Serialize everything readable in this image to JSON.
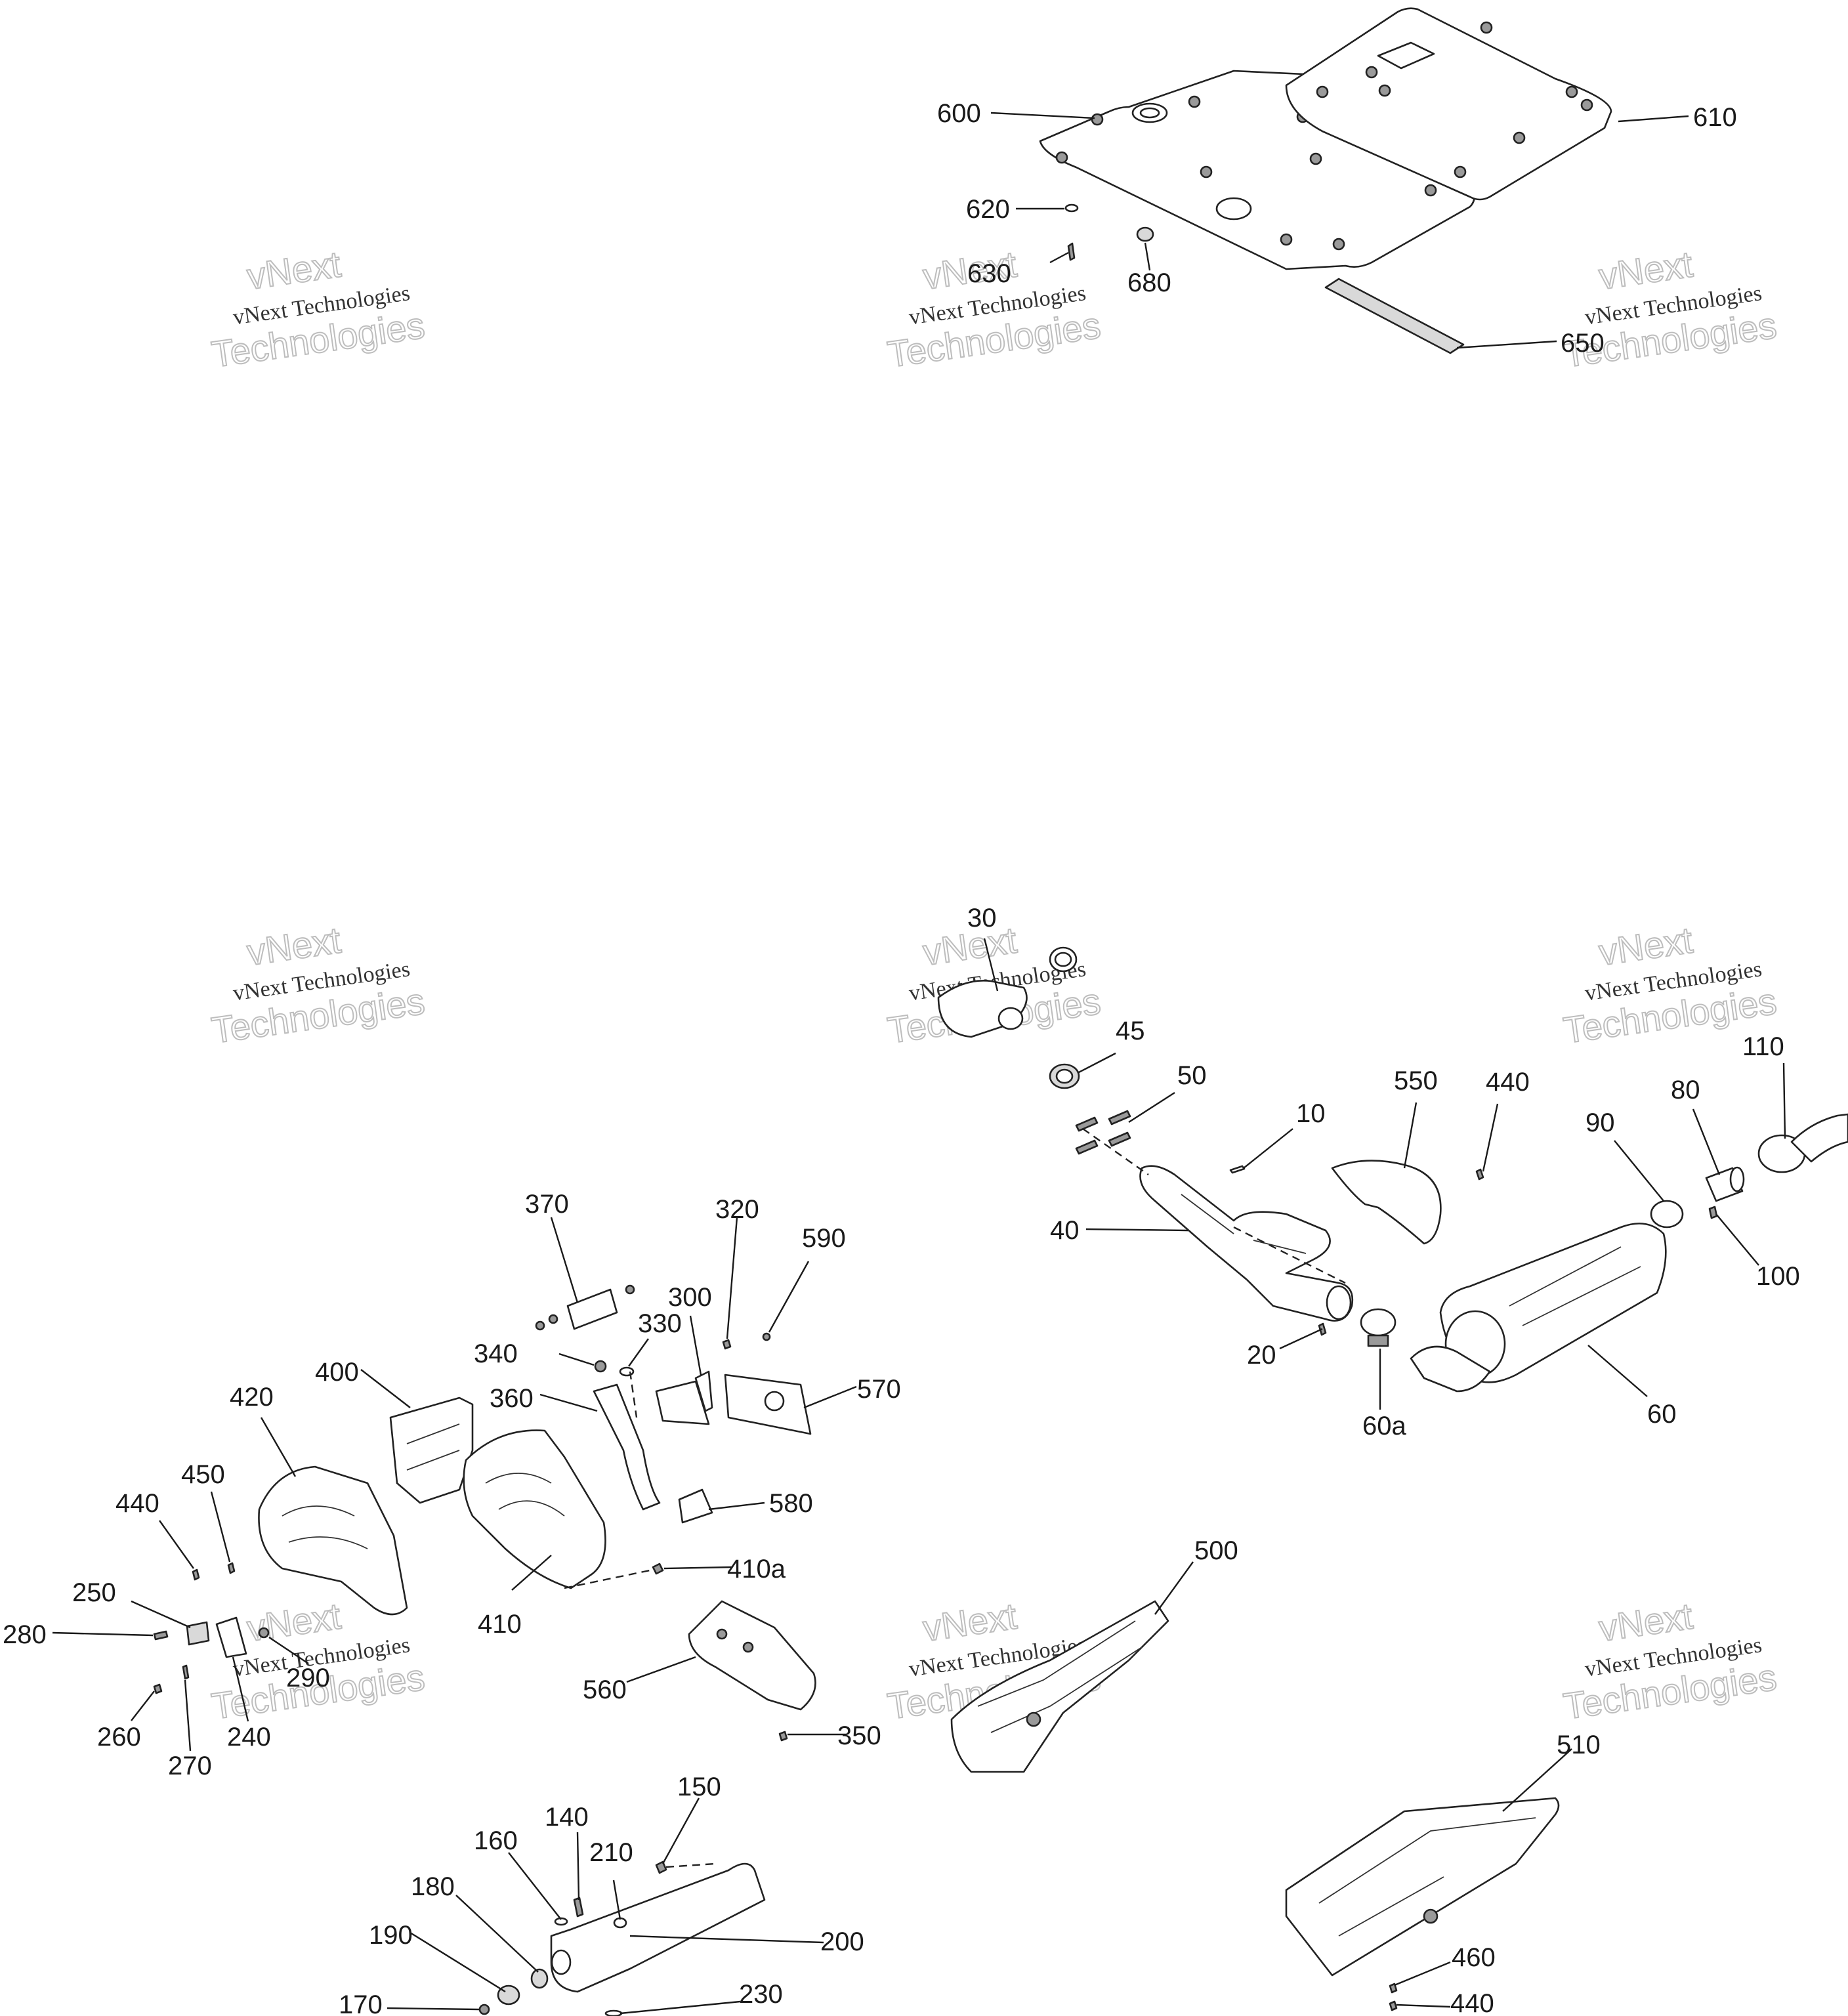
{
  "watermark": {
    "line1": "vNext",
    "line2": "vNext Technologies",
    "line3": "Technologies"
  },
  "labels": {
    "l600": "600",
    "l610": "610",
    "l620": "620",
    "l630": "630",
    "l680": "680",
    "l650": "650",
    "l30": "30",
    "l45": "45",
    "l50": "50",
    "l10": "10",
    "l550": "550",
    "l440a": "440",
    "l110": "110",
    "l80": "80",
    "l90": "90",
    "l100": "100",
    "l40": "40",
    "l20": "20",
    "l60a": "60a",
    "l60": "60",
    "l370": "370",
    "l320": "320",
    "l590": "590",
    "l300": "300",
    "l330": "330",
    "l340": "340",
    "l400": "400",
    "l360": "360",
    "l570": "570",
    "l420": "420",
    "l450": "450",
    "l440b": "440",
    "l580": "580",
    "l410a": "410a",
    "l410": "410",
    "l250": "250",
    "l280": "280",
    "l290": "290",
    "l560": "560",
    "l260": "260",
    "l240": "240",
    "l270": "270",
    "l350": "350",
    "l500": "500",
    "l510": "510",
    "l150": "150",
    "l140": "140",
    "l160": "160",
    "l210": "210",
    "l180": "180",
    "l200": "200",
    "l190": "190",
    "l230": "230",
    "l170": "170",
    "l460": "460",
    "l440c": "440"
  }
}
